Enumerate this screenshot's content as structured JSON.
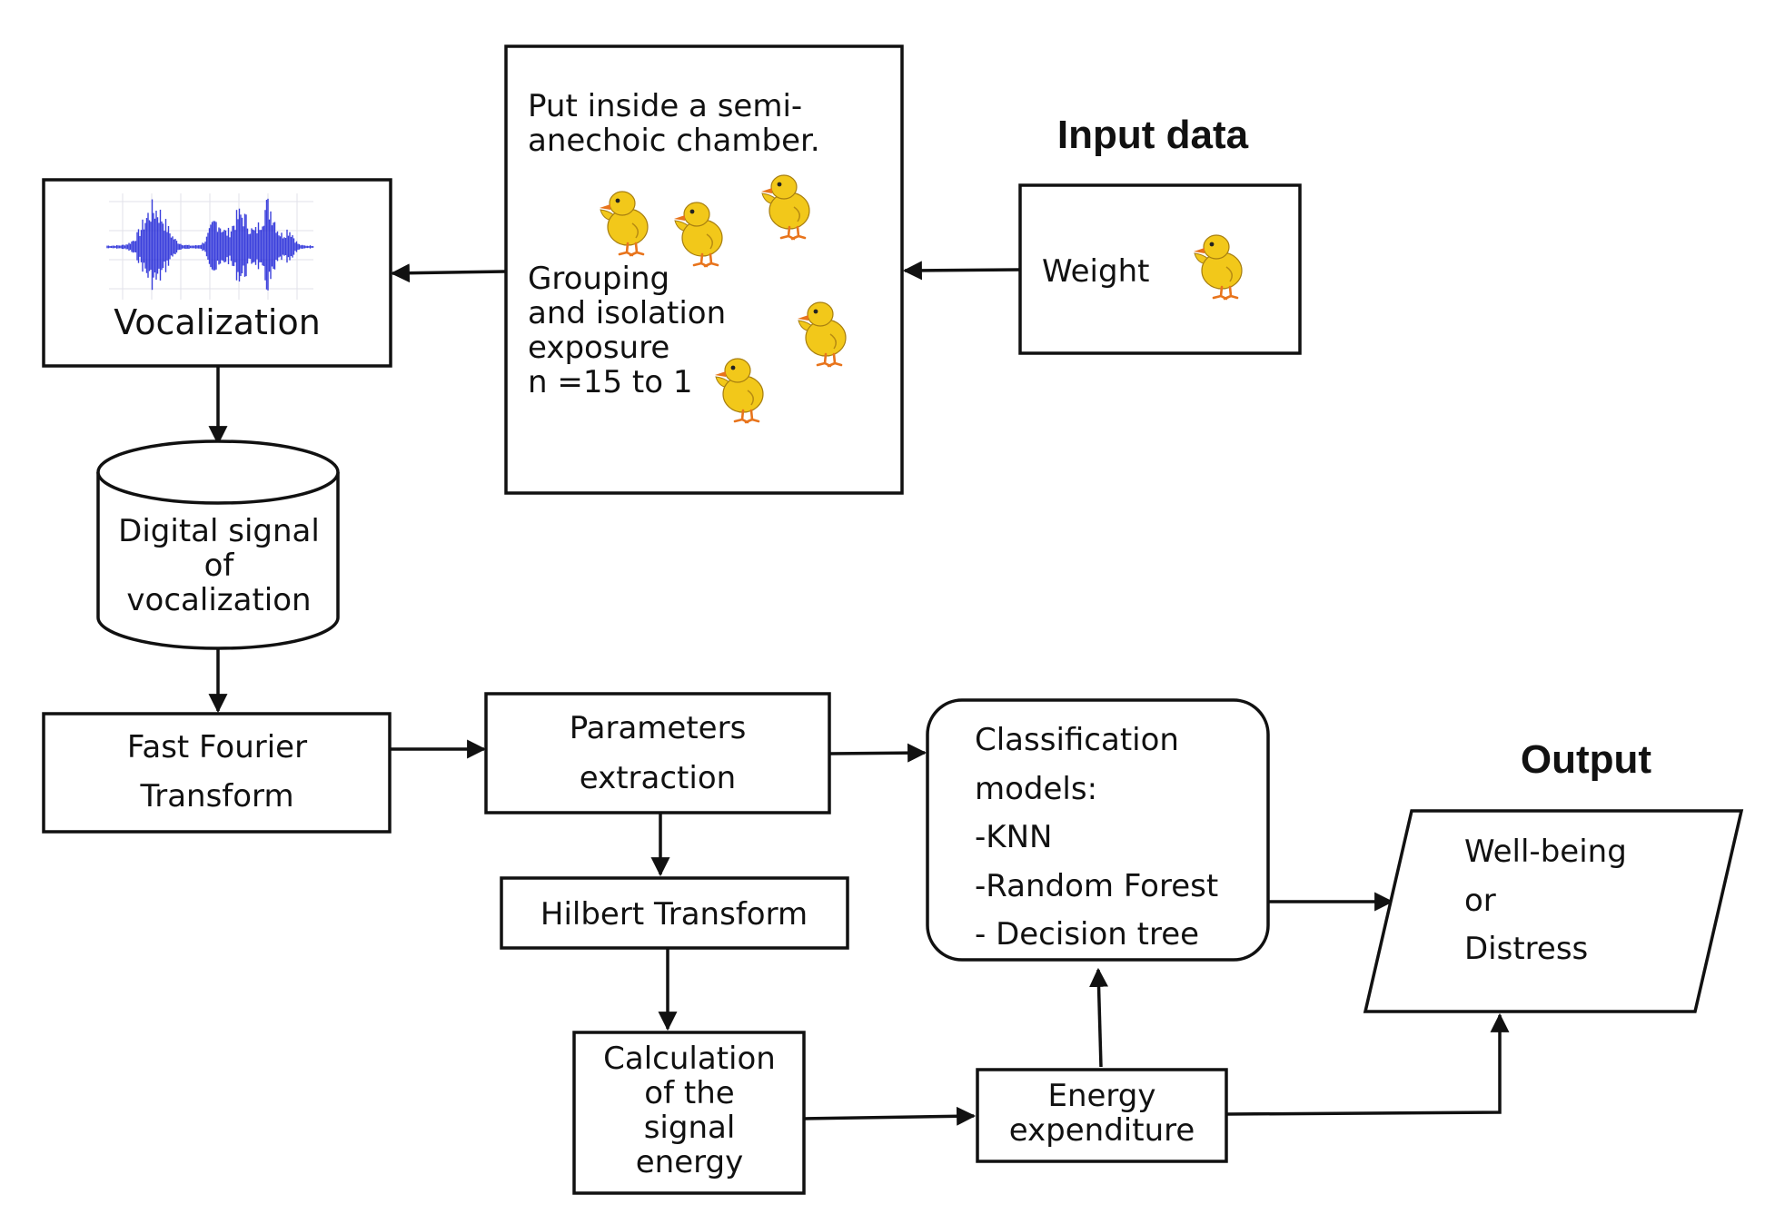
{
  "headings": {
    "input_data": "Input data",
    "output": "Output"
  },
  "nodes": {
    "chamber": {
      "line1": "Put inside a semi-",
      "line2": "anechoic chamber.",
      "grouping1": "Grouping",
      "grouping2": "and isolation",
      "grouping3": "exposure",
      "grouping4": "n =15 to 1"
    },
    "weight": {
      "label": "Weight"
    },
    "vocalization": {
      "label": "Vocalization"
    },
    "digital_signal": {
      "line1": "Digital signal",
      "line2": "of",
      "line3": "vocalization"
    },
    "fft": {
      "line1": "Fast Fourier",
      "line2": "Transform"
    },
    "params": {
      "line1": "Parameters",
      "line2": "extraction"
    },
    "hilbert": {
      "label": "Hilbert Transform"
    },
    "calc": {
      "line1": "Calculation",
      "line2": "of the",
      "line3": "signal",
      "line4": "energy"
    },
    "energy": {
      "line1": "Energy",
      "line2": "expenditure"
    },
    "classification": {
      "line1": "Classification",
      "line2": "models:",
      "line3": "-KNN",
      "line4": "-Random Forest",
      "line5": "- Decision tree"
    },
    "output_box": {
      "line1": "Well-being",
      "line2": "or",
      "line3": "Distress"
    }
  },
  "icons": {
    "chick": "chick-icon",
    "waveform": "waveform-icon",
    "arrow": "arrow-icon"
  },
  "colors": {
    "chick_body": "#f2c81a",
    "chick_beak": "#e8741c",
    "waveform": "#1a1fd6"
  }
}
